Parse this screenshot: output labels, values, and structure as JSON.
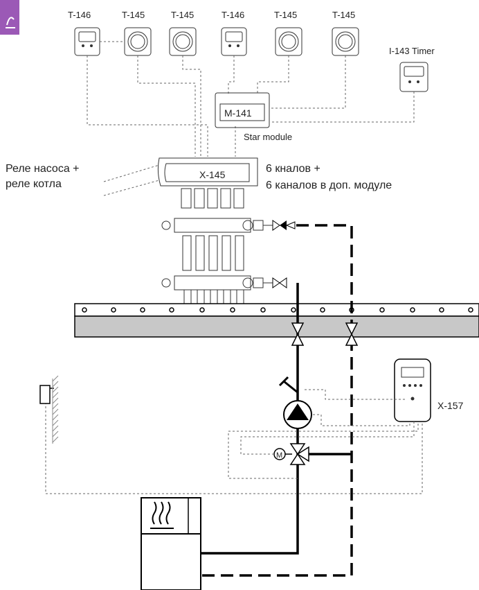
{
  "badge": {
    "icon": "heat-icon",
    "color": "#9b59b6"
  },
  "thermostats": [
    "T-146",
    "T-145",
    "T-145",
    "T-146",
    "T-145",
    "T-145"
  ],
  "timer_label": "I-143 Timer",
  "module": {
    "name": "M-141",
    "caption": "Star module"
  },
  "controller": {
    "name": "X-145"
  },
  "left_label": {
    "line1": "Реле насоса +",
    "line2": "реле котла"
  },
  "right_label": {
    "line1": "6 кналов +",
    "line2": "6 каналов в доп. модуле"
  },
  "mixer_controller": {
    "name": "X-157"
  },
  "motor_label": "M",
  "boiler": {
    "icon": "heat-waves-icon"
  }
}
